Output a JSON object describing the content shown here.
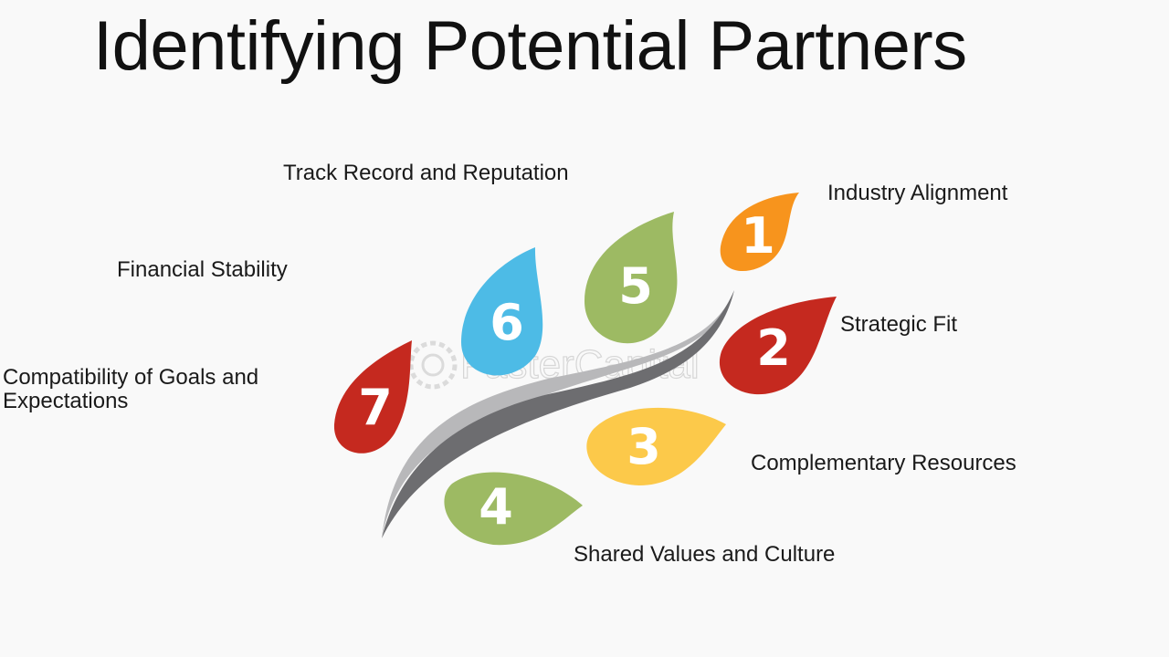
{
  "title": "Identifying Potential Partners",
  "watermark": "FasterCapital",
  "colors": {
    "orange": "#f7941d",
    "red": "#c5291f",
    "yellow": "#fcc94a",
    "green": "#9dba63",
    "blue": "#4dbbe6",
    "swoosh_light": "#b8b8ba",
    "swoosh_dark": "#6d6d70"
  },
  "steps": [
    {
      "number": "1",
      "label": "Industry Alignment",
      "color": "orange"
    },
    {
      "number": "2",
      "label": "Strategic Fit",
      "color": "red"
    },
    {
      "number": "3",
      "label": "Complementary Resources",
      "color": "yellow"
    },
    {
      "number": "4",
      "label": "Shared Values and Culture",
      "color": "green"
    },
    {
      "number": "5",
      "label": "Track Record and Reputation",
      "color": "green"
    },
    {
      "number": "6",
      "label": "Financial Stability",
      "color": "blue"
    },
    {
      "number": "7",
      "label": "Compatibility of Goals and Expectations",
      "color": "red"
    }
  ]
}
